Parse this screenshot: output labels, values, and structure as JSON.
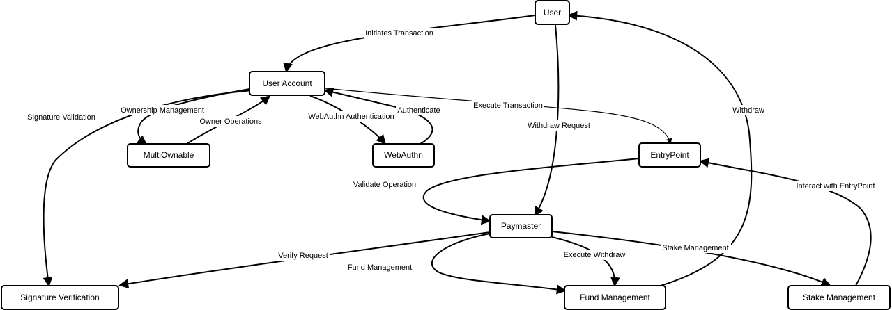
{
  "nodes": {
    "user": "User",
    "user_account": "User Account",
    "multiownable": "MultiOwnable",
    "webauthn": "WebAuthn",
    "entrypoint": "EntryPoint",
    "paymaster": "Paymaster",
    "signature_verification": "Signature Verification",
    "fund_management": "Fund Management",
    "stake_management": "Stake Management"
  },
  "edges": {
    "initiates_transaction": "Initiates Transaction",
    "ownership_management": "Ownership Management",
    "owner_operations": "Owner Operations",
    "webauthn_authentication": "WebAuthn Authentication",
    "authenticate": "Authenticate",
    "execute_transaction": "Execute Transaction",
    "withdraw_request": "Withdraw Request",
    "withdraw": "Withdraw",
    "signature_validation": "Signature Validation",
    "validate_operation": "Validate Operation",
    "interact_with_entrypoint": "Interact with EntryPoint",
    "verify_request": "Verify Request",
    "fund_management": "Fund Management",
    "execute_withdraw": "Execute Withdraw",
    "stake_management": "Stake Management"
  }
}
